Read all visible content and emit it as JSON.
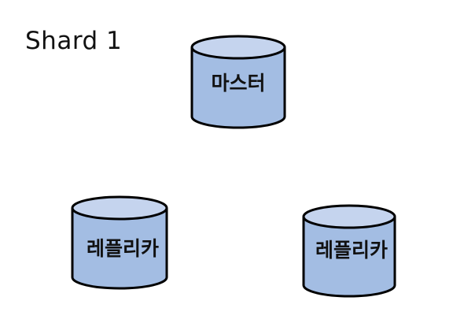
{
  "shard": {
    "title": "Shard 1"
  },
  "nodes": [
    {
      "id": "master",
      "label": "마스터"
    },
    {
      "id": "replica-left",
      "label": "레플리카"
    },
    {
      "id": "replica-right",
      "label": "레플리카"
    }
  ],
  "colors": {
    "body_fill": "#a3bde3",
    "top_fill": "#c5d4ee",
    "stroke": "#000000"
  }
}
